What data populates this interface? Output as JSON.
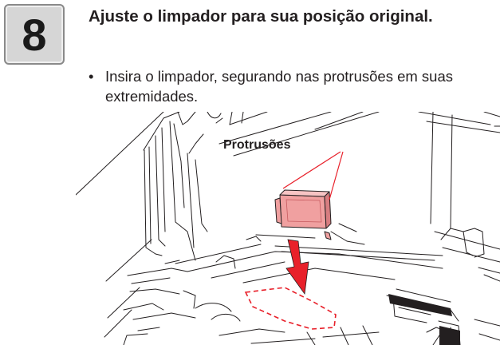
{
  "step": {
    "number": "8",
    "title": "Ajuste o limpador para sua posição original."
  },
  "instructions": [
    "Insira o limpador, segurando nas protrusões em suas extremidades."
  ],
  "bullet_symbol": "•",
  "figure": {
    "callout_label": "Protrusões",
    "colors": {
      "wiper": "#f0a0a0",
      "callout_line": "#e8202a",
      "arrow": "#e8202a",
      "outline": "#231f20"
    }
  }
}
